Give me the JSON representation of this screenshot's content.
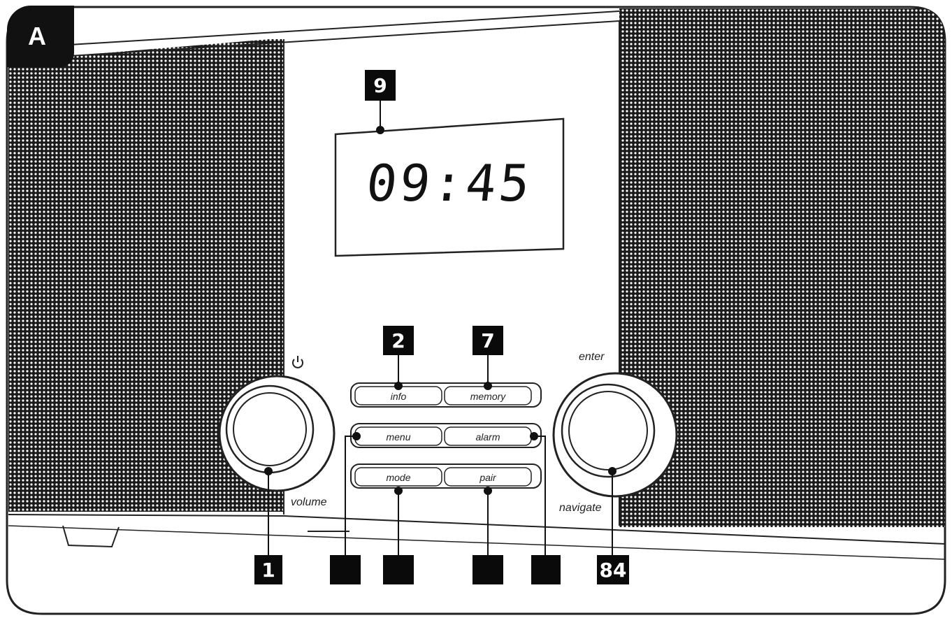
{
  "figure_tag": "A",
  "display": {
    "time": "09:45"
  },
  "power_icon": "power-icon",
  "knobs": {
    "left_label": "volume",
    "right_top_label": "enter",
    "right_bottom_label": "navigate"
  },
  "buttons": [
    {
      "left": "info",
      "right": "memory"
    },
    {
      "left": "menu",
      "right": "alarm"
    },
    {
      "left": "mode",
      "right": "pair"
    }
  ],
  "callouts": {
    "display": "9",
    "info": "2",
    "memory": "7",
    "volume_knob": "1",
    "menu": "",
    "mode": "",
    "pair": "",
    "alarm": "",
    "navigate_knob": "84"
  }
}
